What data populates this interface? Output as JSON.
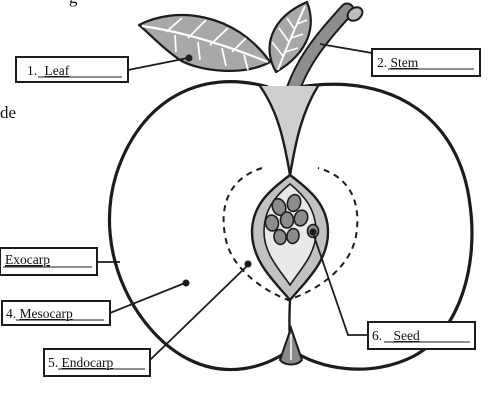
{
  "diagram": {
    "fragments": {
      "top_fragment": "g",
      "left_fragment": "de"
    },
    "labels": {
      "leaf": {
        "number": "1.",
        "name": "Leaf"
      },
      "stem": {
        "number": "2.",
        "name": "Stem"
      },
      "exocarp": {
        "number": "",
        "name": "Exocarp"
      },
      "mesocarp": {
        "number": "4.",
        "name": "Mesocarp"
      },
      "endocarp": {
        "number": "5.",
        "name": "Endocarp"
      },
      "seed": {
        "number": "6.",
        "name": "Seed"
      }
    }
  }
}
